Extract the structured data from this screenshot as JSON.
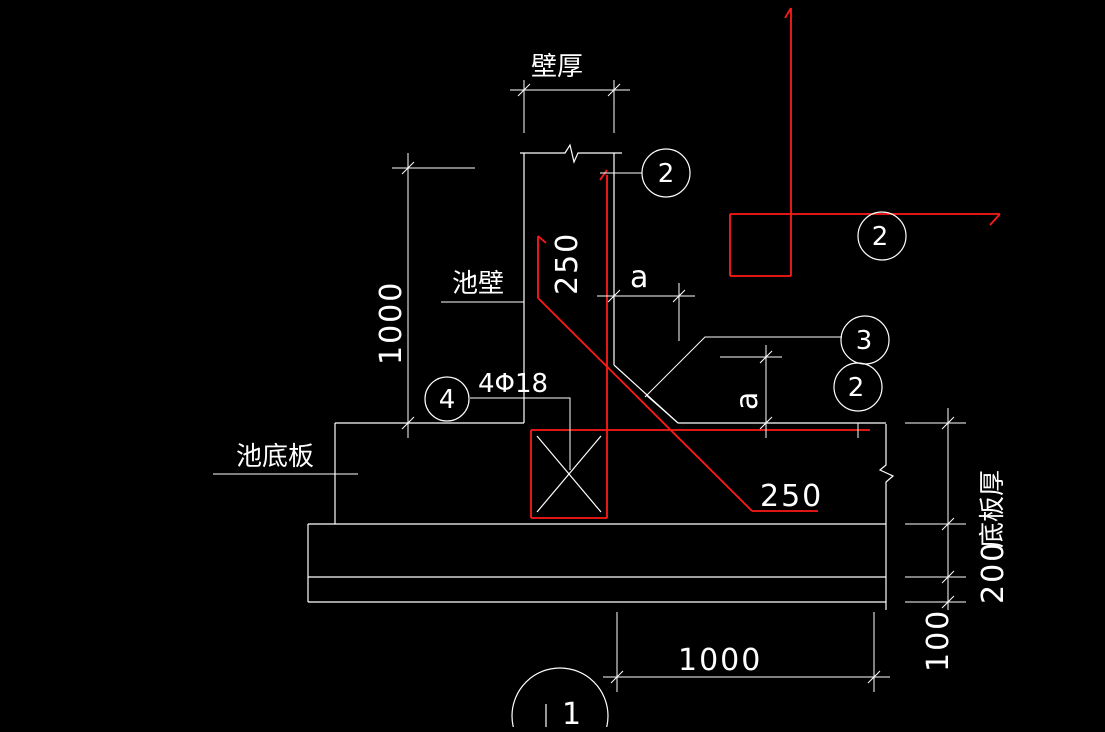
{
  "colors": {
    "background": "#000000",
    "line": "#ffffff",
    "rebar": "#ff1a1a"
  },
  "labels": {
    "wall_thickness": "壁厚",
    "pool_wall": "池壁",
    "pool_bottom_slab": "池底板",
    "slab_thickness": "底板厚",
    "bar_spec": "4Φ18",
    "a_top": "a",
    "a_right": "a"
  },
  "dimensions": {
    "d1000_vertical": "1000",
    "d250_vertical": "250",
    "d250_horizontal": "250",
    "d1000_horizontal": "1000",
    "d200": "200",
    "d100": "100"
  },
  "callouts": {
    "c2_top": "2",
    "c2_right_top": "2",
    "c3": "3",
    "c2_right": "2",
    "c4": "4",
    "c1_bottom": "1"
  }
}
